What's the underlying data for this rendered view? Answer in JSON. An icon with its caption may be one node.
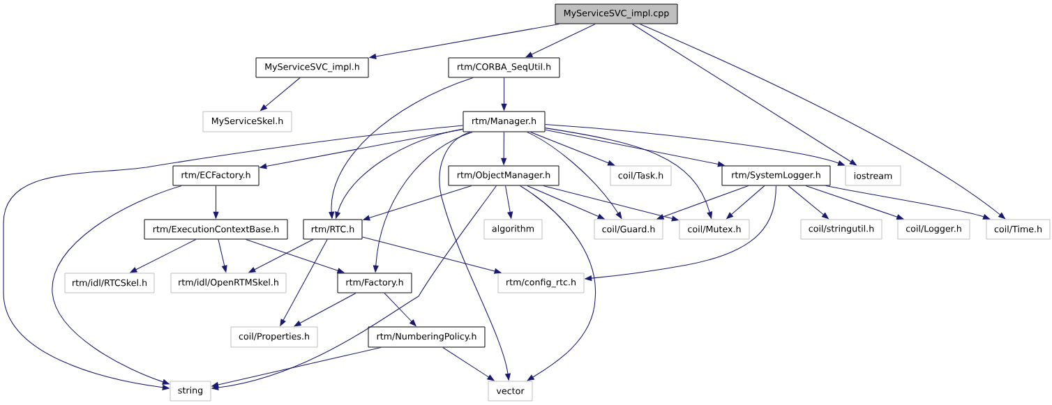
{
  "diagram": {
    "nodes": [
      {
        "text": [
          "MyServiceSVC_impl.cpp"
        ]
      },
      {
        "text": [
          "MyServiceSVC_impl.h"
        ]
      },
      {
        "text": [
          "rtm/CORBA_SeqUtil.h"
        ]
      },
      {
        "text": [
          "MyServiceSkel.h"
        ]
      },
      {
        "text": [
          "rtm/Manager.h"
        ]
      },
      {
        "text": [
          "rtm/ECFactory.h"
        ]
      },
      {
        "text": [
          "rtm/ObjectManager.h"
        ]
      },
      {
        "text": [
          "coil/Task.h"
        ]
      },
      {
        "text": [
          "rtm/SystemLogger.h"
        ]
      },
      {
        "text": [
          "iostream"
        ]
      },
      {
        "text": [
          "rtm/ExecutionContextBase.h"
        ]
      },
      {
        "text": [
          "rtm/RTC.h"
        ]
      },
      {
        "text": [
          "algorithm"
        ]
      },
      {
        "text": [
          "coil/Guard.h"
        ]
      },
      {
        "text": [
          "coil/Mutex.h"
        ]
      },
      {
        "text": [
          "coil/stringutil.h"
        ]
      },
      {
        "text": [
          "coil/Logger.h"
        ]
      },
      {
        "text": [
          "coil/Time.h"
        ]
      },
      {
        "text": [
          "rtm/idl/RTCSkel.h"
        ]
      },
      {
        "text": [
          "rtm/idl/OpenRTMSkel.h"
        ]
      },
      {
        "text": [
          "rtm/Factory.h"
        ]
      },
      {
        "text": [
          "rtm/config_rtc.h"
        ]
      },
      {
        "text": [
          "coil/Properties.h"
        ]
      },
      {
        "text": [
          "rtm/NumberingPolicy.h"
        ]
      },
      {
        "text": [
          "string"
        ]
      },
      {
        "text": [
          "vector"
        ]
      }
    ],
    "edges": [
      {
        "from": 0,
        "to": 1,
        "arrow": "to"
      },
      {
        "from": 0,
        "to": 2,
        "arrow": "to"
      },
      {
        "from": 0,
        "to": 9,
        "arrow": "to"
      },
      {
        "from": 0,
        "to": 17,
        "arrow": "to"
      },
      {
        "from": 1,
        "to": 3,
        "arrow": "to"
      },
      {
        "from": 2,
        "to": 4,
        "arrow": "to"
      },
      {
        "from": 2,
        "to": 11,
        "arrow": "to"
      },
      {
        "from": 4,
        "to": 24,
        "arrow": "to"
      },
      {
        "from": 4,
        "to": 5,
        "arrow": "to"
      },
      {
        "from": 4,
        "to": 11,
        "arrow": "to"
      },
      {
        "from": 4,
        "to": 20,
        "arrow": "to"
      },
      {
        "from": 4,
        "to": 25,
        "arrow": "to"
      },
      {
        "from": 4,
        "to": 6,
        "arrow": "to"
      },
      {
        "from": 4,
        "to": 13,
        "arrow": "to"
      },
      {
        "from": 4,
        "to": 7,
        "arrow": "to"
      },
      {
        "from": 4,
        "to": 14,
        "arrow": "to"
      },
      {
        "from": 4,
        "to": 8,
        "arrow": "to"
      },
      {
        "from": 4,
        "to": 9,
        "arrow": "to"
      },
      {
        "from": 5,
        "to": 24,
        "arrow": "to"
      },
      {
        "from": 5,
        "to": 10,
        "arrow": "to"
      },
      {
        "from": 10,
        "to": 18,
        "arrow": "to"
      },
      {
        "from": 10,
        "to": 19,
        "arrow": "to"
      },
      {
        "from": 10,
        "to": 20,
        "arrow": "to"
      },
      {
        "from": 11,
        "to": 19,
        "arrow": "to"
      },
      {
        "from": 11,
        "to": 22,
        "arrow": "to"
      },
      {
        "from": 11,
        "to": 21,
        "arrow": "to"
      },
      {
        "from": 6,
        "to": 11,
        "arrow": "to"
      },
      {
        "from": 6,
        "to": 24,
        "arrow": "to"
      },
      {
        "from": 6,
        "to": 12,
        "arrow": "to"
      },
      {
        "from": 6,
        "to": 25,
        "arrow": "to"
      },
      {
        "from": 6,
        "to": 13,
        "arrow": "to"
      },
      {
        "from": 6,
        "to": 14,
        "arrow": "to"
      },
      {
        "from": 8,
        "to": 13,
        "arrow": "to"
      },
      {
        "from": 8,
        "to": 14,
        "arrow": "to"
      },
      {
        "from": 8,
        "to": 21,
        "arrow": "to"
      },
      {
        "from": 8,
        "to": 15,
        "arrow": "to"
      },
      {
        "from": 8,
        "to": 16,
        "arrow": "to"
      },
      {
        "from": 8,
        "to": 17,
        "arrow": "to"
      },
      {
        "from": 20,
        "to": 22,
        "arrow": "to"
      },
      {
        "from": 20,
        "to": 23,
        "arrow": "to"
      },
      {
        "from": 23,
        "to": 24,
        "arrow": "to"
      },
      {
        "from": 23,
        "to": 25,
        "arrow": "to"
      }
    ]
  }
}
